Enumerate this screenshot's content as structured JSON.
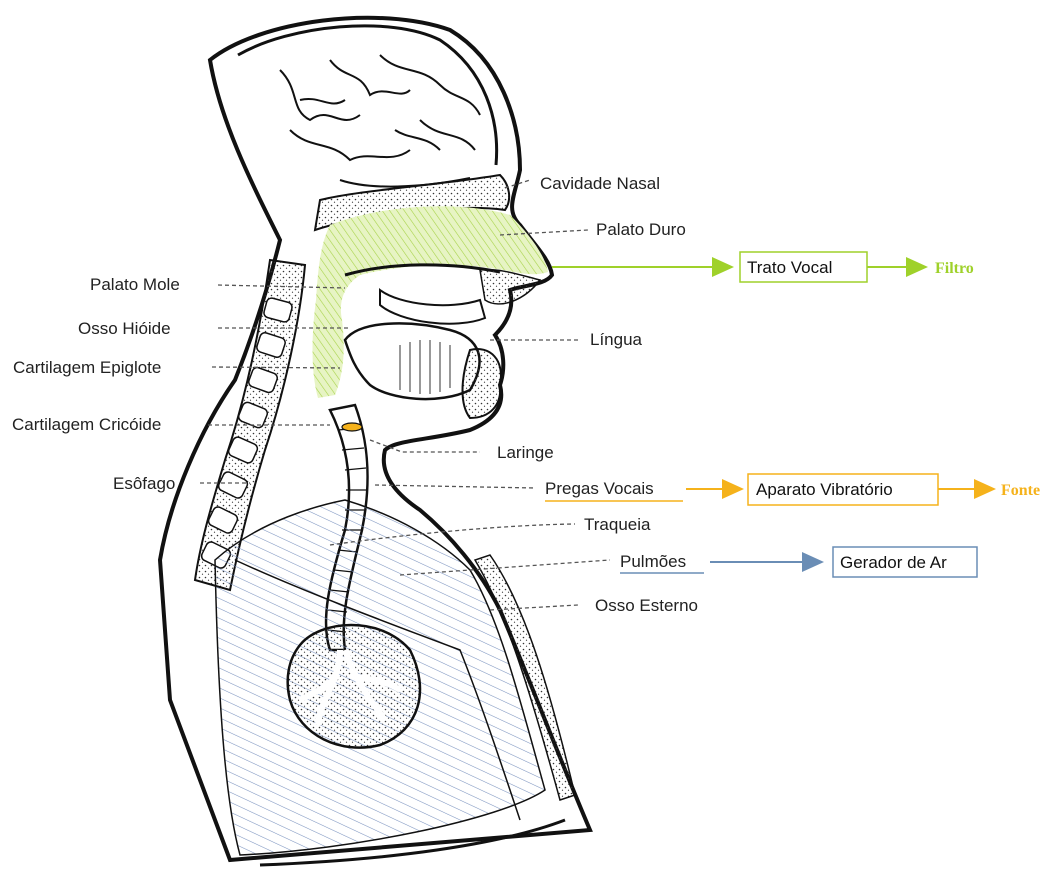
{
  "labels_left": {
    "palato_mole": "Palato Mole",
    "osso_hioide": "Osso Hióide",
    "cartilagem_epiglote": "Cartilagem Epiglote",
    "cartilagem_cricoide": "Cartilagem Cricóide",
    "esofago": "Esôfago"
  },
  "labels_right": {
    "cavidade_nasal": "Cavidade Nasal",
    "palato_duro": "Palato Duro",
    "lingua": "Língua",
    "laringe": "Laringe",
    "pregas_vocais": "Pregas Vocais",
    "traqueia": "Traqueia",
    "pulmoes": "Pulmões",
    "osso_esterno": "Osso Esterno"
  },
  "flow": {
    "trato_vocal": "Trato Vocal",
    "filtro": "Filtro",
    "aparato_vibratorio": "Aparato Vibratório",
    "fonte": "Fonte",
    "gerador_de_ar": "Gerador de Ar"
  },
  "colors": {
    "vocal_tract_green": "#9fd12a",
    "source_orange": "#f5b21b",
    "air_blue": "#6a8db5",
    "lung_hatch": "#7b93bf"
  }
}
